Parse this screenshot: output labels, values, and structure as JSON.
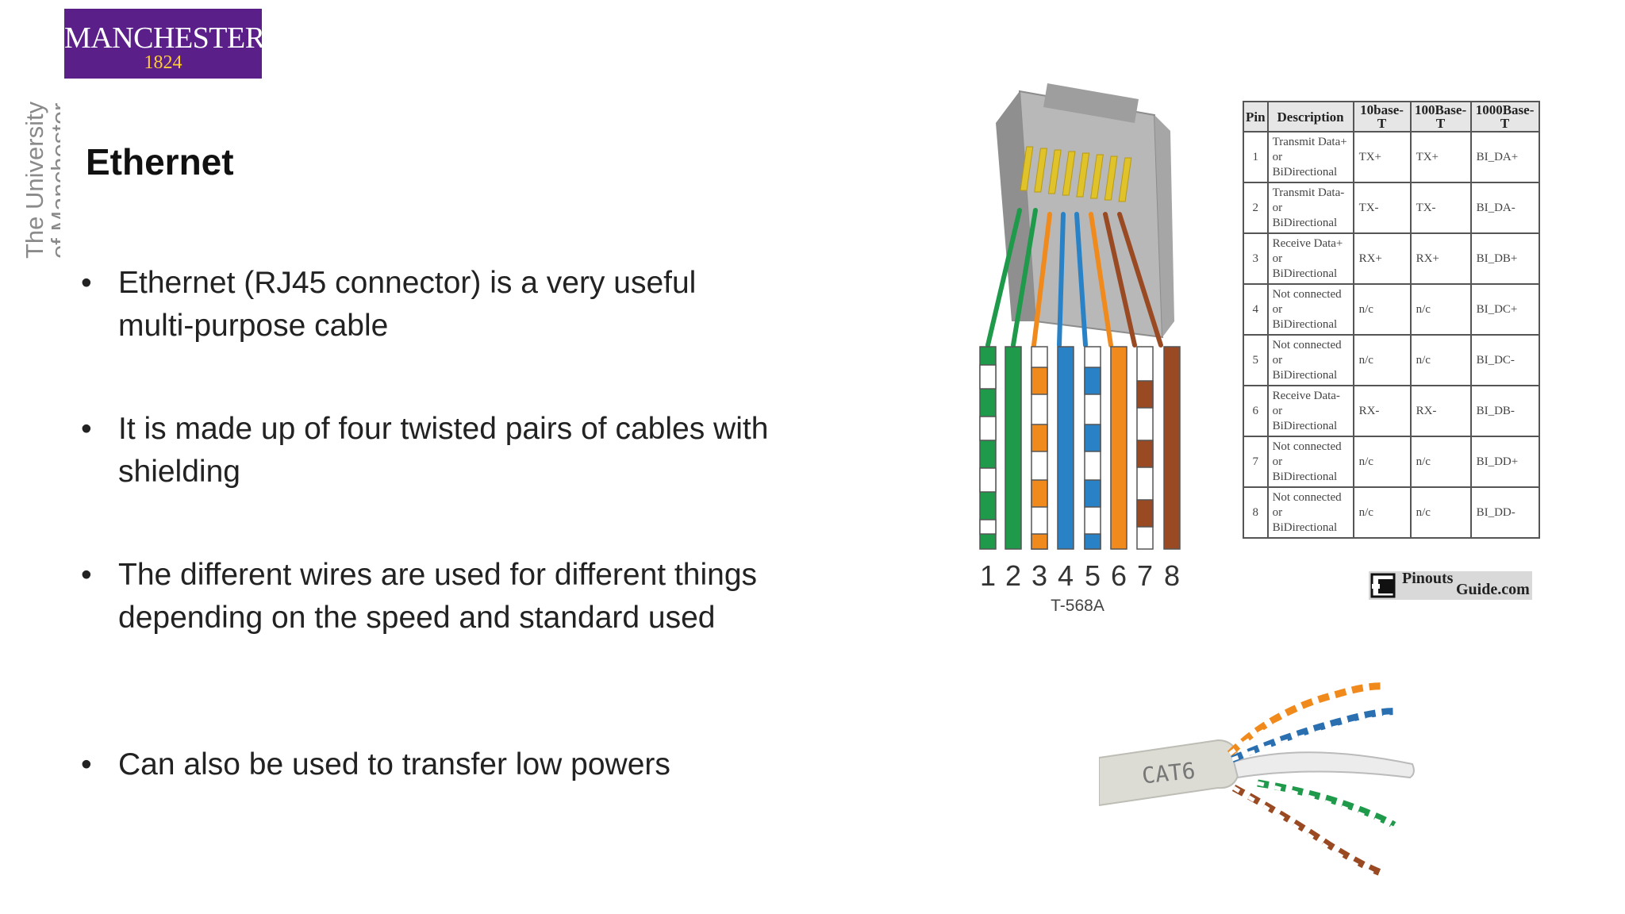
{
  "logo": {
    "name": "MANCHESTER",
    "year": "1824"
  },
  "university_text": {
    "line1": "The University",
    "line2": "of Manchester"
  },
  "slide": {
    "title": "Ethernet",
    "bullets": [
      {
        "bullet": "•",
        "text": "Ethernet (RJ45 connector) is a very useful multi-purpose cable"
      },
      {
        "bullet": "•",
        "text": "It is made up of four twisted pairs of cables with shielding"
      },
      {
        "bullet": "•",
        "text": "The different wires are used for different things depending on the speed and standard used"
      },
      {
        "bullet": "•",
        "text": "Can also be used to transfer low powers"
      }
    ]
  },
  "rj45_diagram": {
    "pin_numbers": [
      "1",
      "2",
      "3",
      "4",
      "5",
      "6",
      "7",
      "8"
    ],
    "standard": "T-568A",
    "wire_colors": [
      "green-white",
      "green",
      "orange-white",
      "blue",
      "blue-white",
      "orange",
      "brown-white",
      "brown"
    ]
  },
  "pinout_table": {
    "headers": [
      "Pin",
      "Description",
      "10base-T",
      "100Base-T",
      "1000Base-T"
    ],
    "rows": [
      [
        "1",
        "Transmit Data+ or BiDirectional",
        "TX+",
        "TX+",
        "BI_DA+"
      ],
      [
        "2",
        "Transmit Data- or BiDirectional",
        "TX-",
        "TX-",
        "BI_DA-"
      ],
      [
        "3",
        "Receive Data+ or BiDirectional",
        "RX+",
        "RX+",
        "BI_DB+"
      ],
      [
        "4",
        "Not connected or BiDirectional",
        "n/c",
        "n/c",
        "BI_DC+"
      ],
      [
        "5",
        "Not connected or BiDirectional",
        "n/c",
        "n/c",
        "BI_DC-"
      ],
      [
        "6",
        "Receive Data- or BiDirectional",
        "RX-",
        "RX-",
        "BI_DB-"
      ],
      [
        "7",
        "Not connected or BiDirectional",
        "n/c",
        "n/c",
        "BI_DD+"
      ],
      [
        "8",
        "Not connected or BiDirectional",
        "n/c",
        "n/c",
        "BI_DD-"
      ]
    ],
    "source": {
      "part1": "Pinouts",
      "part2": "Guide.com"
    }
  },
  "cable_photo": {
    "label": "CAT6"
  },
  "colors": {
    "logo_bg": "#5b1f8a",
    "logo_year": "#ffcc33",
    "green": "#1e9a4a",
    "orange": "#f08a1c",
    "blue": "#2a82c6",
    "brown": "#9a4a22"
  }
}
